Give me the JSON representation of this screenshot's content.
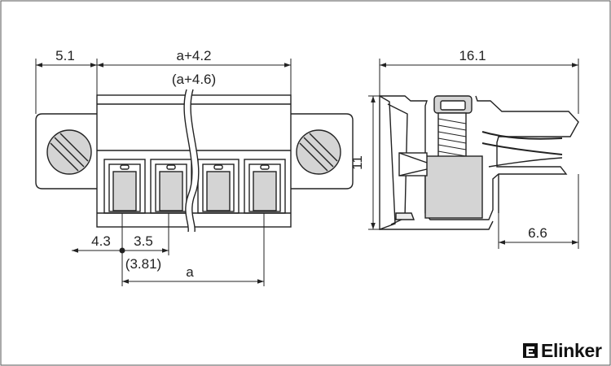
{
  "dimensions": {
    "top_left_width": "5.1",
    "top_length": "a+4.2",
    "top_length_alt": "(a+4.6)",
    "side_width": "16.1",
    "side_height": "11",
    "side_depth": "6.6",
    "edge_offset": "4.3",
    "pitch": "3.5",
    "pitch_alt": "(3.81)",
    "span": "a"
  },
  "brand": {
    "name": "Elinker",
    "icon": "elinker-logo-icon"
  },
  "colors": {
    "line": "#222222",
    "fill_gray": "#d4d4d4",
    "fill_light": "#ececec",
    "frame": "#555555"
  }
}
